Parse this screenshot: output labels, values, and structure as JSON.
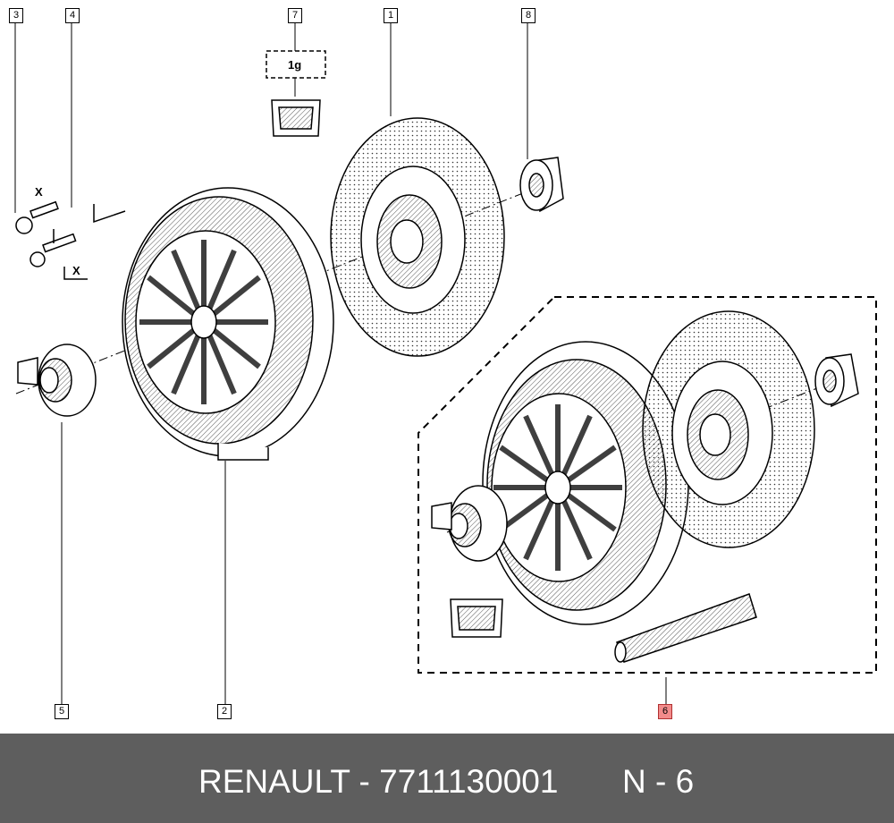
{
  "callouts": {
    "c1": "1",
    "c2": "2",
    "c3": "3",
    "c4": "4",
    "c5": "5",
    "c6": "6",
    "c7": "7",
    "c8": "8"
  },
  "labels": {
    "grease_qty": "1g",
    "torque_mark_1": "X",
    "torque_mark_2": "X"
  },
  "colors": {
    "highlight": "#f28b8b",
    "footer_bg": "#5e5e5e"
  },
  "footer": {
    "title": "RENAULT - 7711130001",
    "page_ref": "N - 6"
  }
}
